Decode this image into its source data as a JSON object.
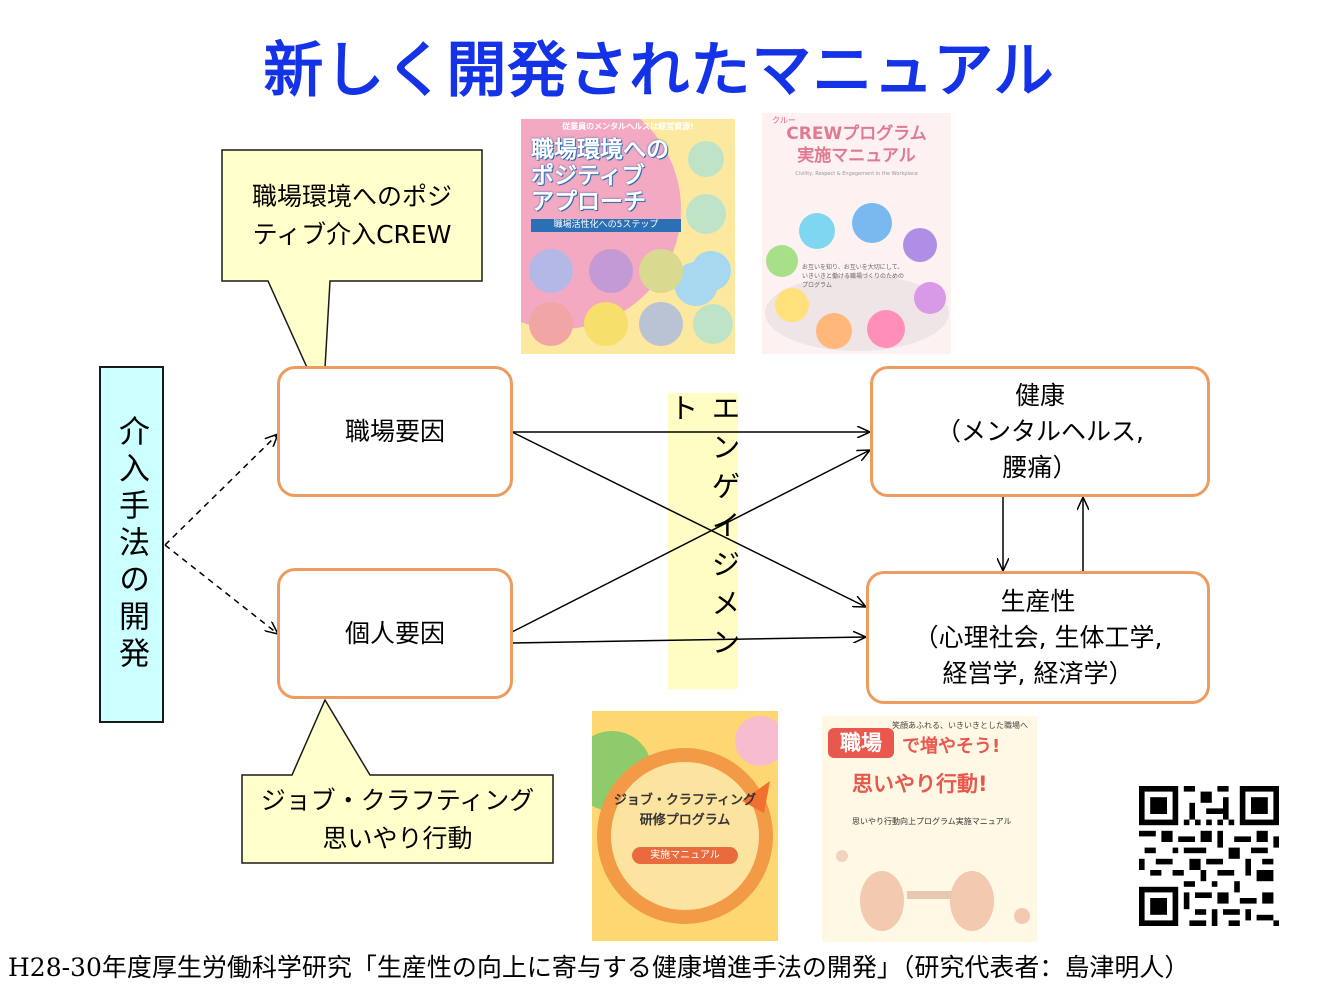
{
  "title": "新しく開発されたマニュアル",
  "method": {
    "label": "介入手法の開発"
  },
  "nodes": {
    "workplace": "職場要因",
    "individual": "個人要因",
    "health": {
      "line1": "健康",
      "line2": "（メンタルヘルス,",
      "line3": "腰痛）"
    },
    "productivity": {
      "line1": "生産性",
      "line2": "（心理社会, 生体工学,",
      "line3": "経営学, 経済学）"
    }
  },
  "engagement": "エンゲイジメント",
  "callouts": {
    "top": {
      "line1": "職場環境へのポジ",
      "line2": "ティブ介入CREW"
    },
    "bottom": {
      "line1": "ジョブ・クラフティング",
      "line2": "思いやり行動"
    }
  },
  "covers": {
    "positive": {
      "top_text": "従業員のメンタルヘルスは経営資源!",
      "line1": "職場環境への",
      "line2": "ポジティブ",
      "line3": "アプローチ",
      "band": "職場活性化への5ステップ"
    },
    "crew": {
      "tag": "クルー",
      "line1": "CREWプログラム",
      "line2": "実施マニュアル",
      "sub": "Civility, Respect & Engagement in the Workplace",
      "desc1": "お互いを知り、お互いを大切にして、",
      "desc2": "いきいきと働ける職場づくりのための",
      "desc3": "プログラム"
    },
    "jobcraft": {
      "line1": "ジョブ・クラフティング",
      "line2": "研修プログラム",
      "badge": "実施マニュアル"
    },
    "omoiyari": {
      "top": "笑顔あふれる、いきいきとした職場へ",
      "word1": "職場",
      "word2": "で増やそう!",
      "line2": "思いやり行動!",
      "sub": "思いやり行動向上プログラム実施マニュアル"
    }
  },
  "footer": "H28-30年度厚生労働科学研究「生産性の向上に寄与する健康増進手法の開発」（研究代表者：島津明人）",
  "colors": {
    "title": "#1432e6",
    "node_border": "#ec9c5e",
    "method_fill": "#ccffff",
    "engagement_fill": "#fffcc4",
    "callout_fill": "#ffffcc"
  }
}
